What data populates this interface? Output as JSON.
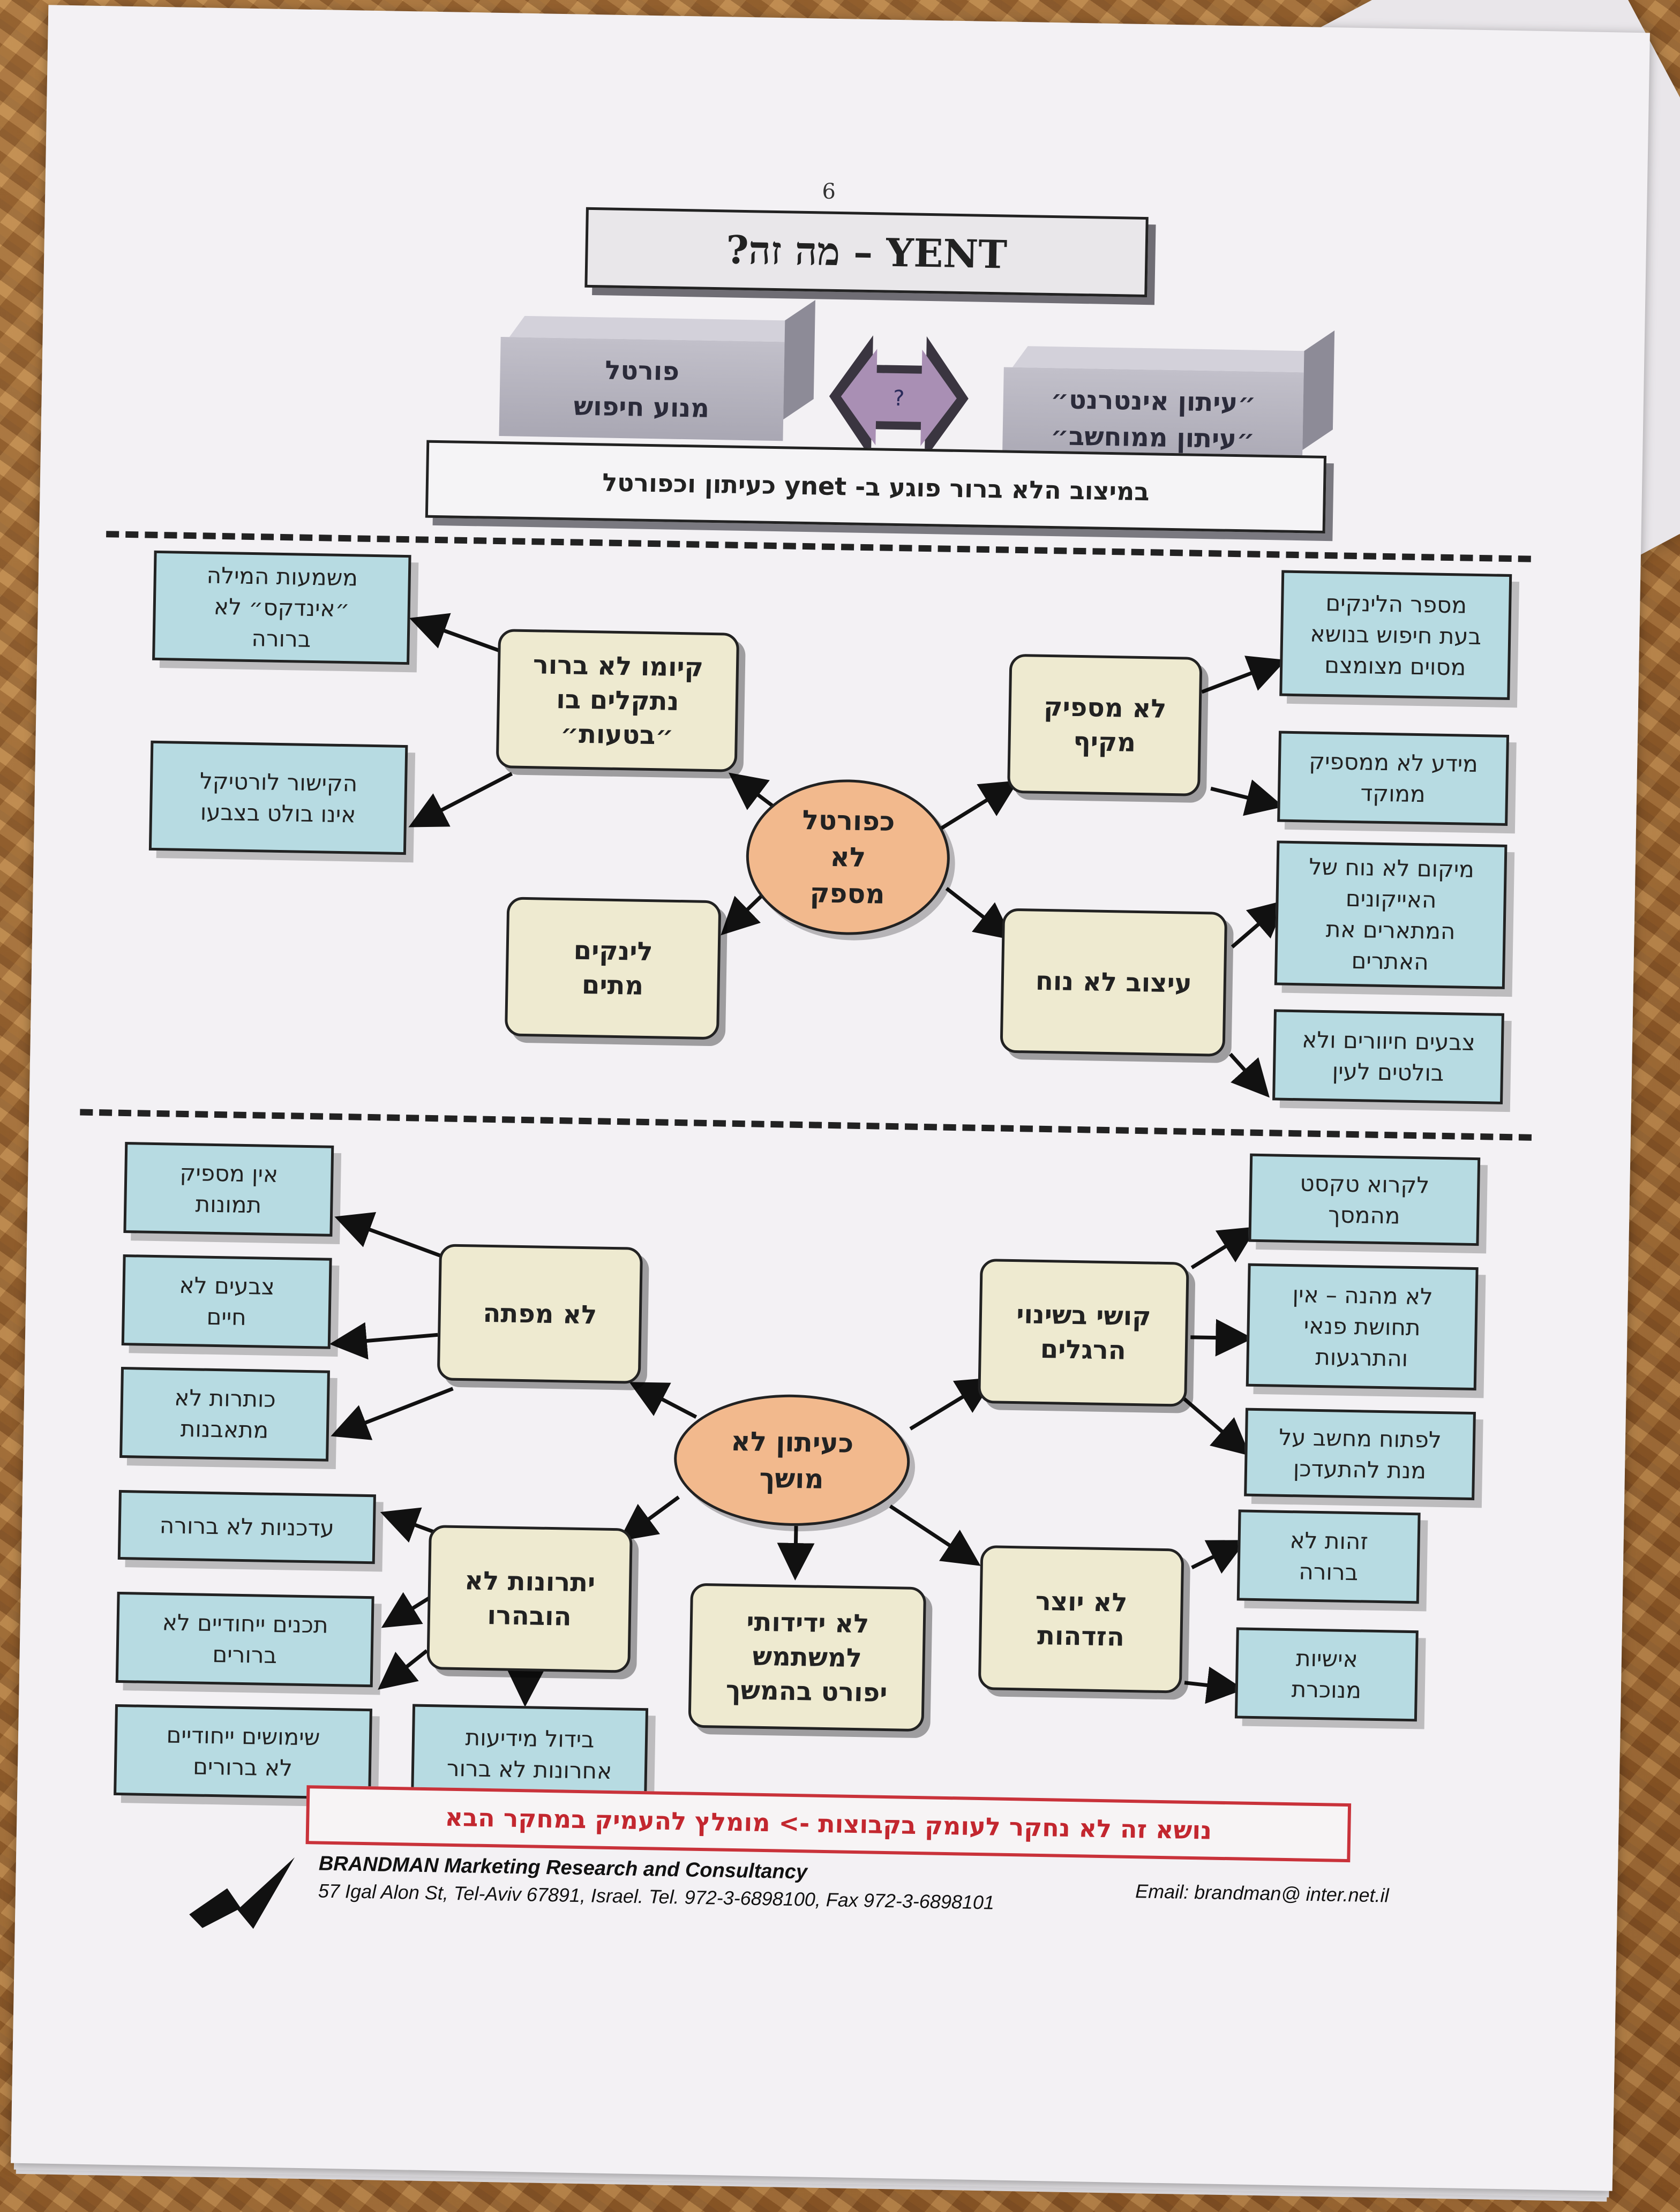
{
  "page_number": "6",
  "title": "YENT – מה זה?",
  "comparison": {
    "left_block": [
      "פורטל",
      "מנוע חיפוש"
    ],
    "right_block": [
      "״עיתון אינטרנט״",
      "״עיתון ממוחשב״"
    ],
    "middle_symbol": "?"
  },
  "subtitle": "במיצוב הלא ברור פוגע ב- ynet כעיתון וכפורטל",
  "section1": {
    "hub": [
      "כפורטל",
      "לא",
      "מספק"
    ],
    "node_unclear": [
      "קיומו לא ברור",
      "נתקלים בו",
      "״בטעות״"
    ],
    "leaf_index": [
      "משמעות המילה",
      "״אינדקס״ לא",
      "ברורה"
    ],
    "leaf_link": [
      "הקישור לורטיקל",
      "אינו בולט בצבעו"
    ],
    "node_links": [
      "לינקים",
      "מתים"
    ],
    "node_not_comprehensive": [
      "לא מספיק",
      "מקיף"
    ],
    "leaf_num_links": [
      "מספר הלינקים",
      "בעת חיפוש בנושא",
      "מסוים מצומצם"
    ],
    "leaf_info": [
      "מידע לא ממספיק",
      "ממוקד"
    ],
    "node_design": [
      "עיצוב לא נוח"
    ],
    "leaf_icons": [
      "מיקום לא נוח של",
      "האייקונים",
      "המתארים את",
      "האתרים"
    ],
    "leaf_colors": [
      "צבעים חיוורים ולא",
      "בולטים לעין"
    ]
  },
  "section2": {
    "hub": [
      "כעיתון לא",
      "מושך"
    ],
    "node_not_tempting": [
      "לא מפתה"
    ],
    "leaf_pictures": [
      "אין מספיק",
      "תמונות"
    ],
    "leaf_colors_alive": [
      "צבעים לא",
      "חיים"
    ],
    "leaf_titles": [
      "כותרות לא",
      "מתאבנות"
    ],
    "node_advantages": [
      "יתרונות לא",
      "הובהרו"
    ],
    "leaf_updates": [
      "עדכניות לא ברורה"
    ],
    "leaf_content": [
      "תכנים ייחודיים לא",
      "ברורים"
    ],
    "leaf_uses": [
      "שימושים ייחודיים",
      "לא ברורים"
    ],
    "leaf_news": [
      "בידול מידיעות",
      "אחרונות לא ברור"
    ],
    "node_friendly": [
      "לא ידידותי",
      "למשתמש",
      "יפורט בהמשך"
    ],
    "node_habits": [
      "קושי בשינוי",
      "הרגלים"
    ],
    "leaf_read": [
      "לקרוא טקסט",
      "מהמסך"
    ],
    "leaf_enjoy": [
      "לא מהנה – אין",
      "תחושת פנאי",
      "והתרגעות"
    ],
    "leaf_computer": [
      "לפתוח מחשב על",
      "מנת להתעדכן"
    ],
    "node_identify": [
      "לא יוצר",
      "הזדהות"
    ],
    "leaf_identity": [
      "זהות לא",
      "ברורה"
    ],
    "leaf_personality": [
      "אישיות",
      "מנוכרת"
    ]
  },
  "note": "נושא זה לא נחקר לעומק בקבוצות -> מומלץ להעמיק במחקר הבא",
  "footer": {
    "company": "BRANDMAN  Marketing Research and Consultancy",
    "address": "57 Igal Alon St,    Tel-Aviv 67891, Israel.   Tel. 972-3-6898100, Fax 972-3-6898101",
    "email": "Email: brandman@ inter.net.il"
  },
  "colors": {
    "leaf": "#b7dbe2",
    "card": "#eeead0",
    "hub": "#f2b98d",
    "note": "#c9323a"
  }
}
